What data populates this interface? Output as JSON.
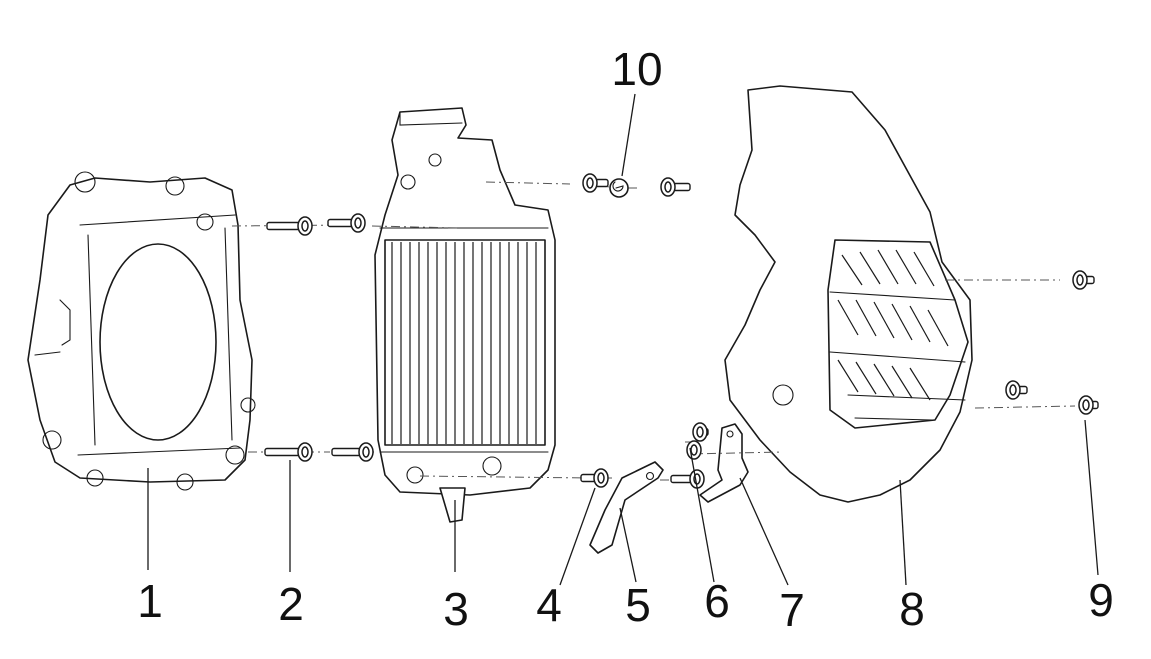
{
  "callouts": [
    {
      "id": "1",
      "label": "1"
    },
    {
      "id": "2",
      "label": "2"
    },
    {
      "id": "3",
      "label": "3"
    },
    {
      "id": "4",
      "label": "4"
    },
    {
      "id": "5",
      "label": "5"
    },
    {
      "id": "6",
      "label": "6"
    },
    {
      "id": "7",
      "label": "7"
    },
    {
      "id": "8",
      "label": "8"
    },
    {
      "id": "9",
      "label": "9"
    },
    {
      "id": "10",
      "label": "10"
    }
  ],
  "style": {
    "line_color": "#1a1a1a",
    "background": "#ffffff"
  }
}
